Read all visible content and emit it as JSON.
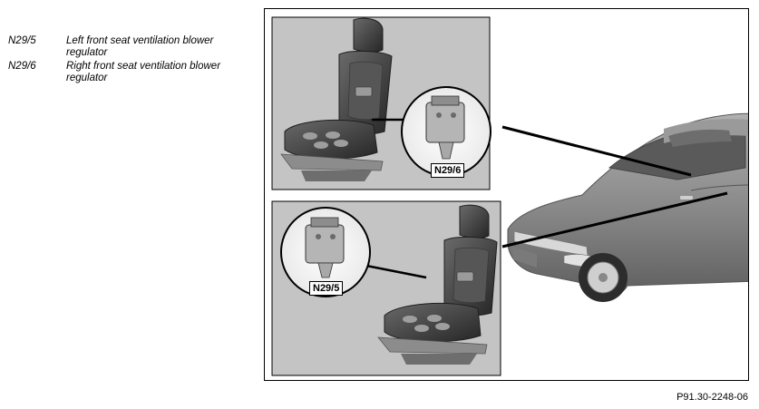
{
  "legend": {
    "items": [
      {
        "code": "N29/5",
        "desc": "Left front seat ventilation blower regulator"
      },
      {
        "code": "N29/6",
        "desc": "Right front seat ventilation blower regulator"
      }
    ]
  },
  "figure": {
    "callout_top": "N29/6",
    "callout_bottom": "N29/5",
    "figure_id": "P91.30-2248-06"
  },
  "colors": {
    "panel_bg": "#c4c4c4",
    "seat_dark": "#3a3a3a",
    "car_body": "#8a8a8a",
    "regulator": "#b5b5b5"
  }
}
